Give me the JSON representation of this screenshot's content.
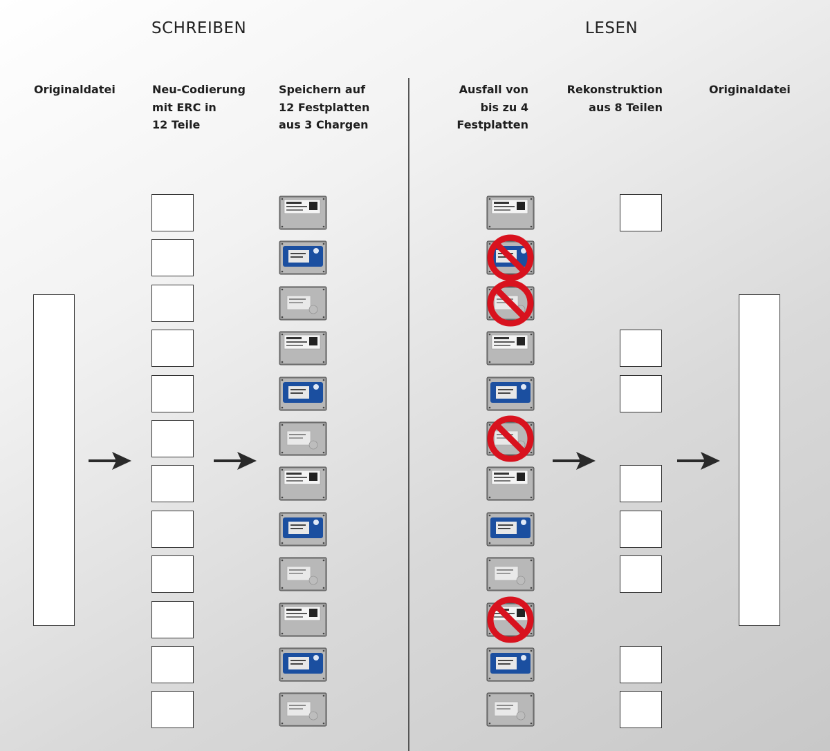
{
  "sections": {
    "write_title": "SCHREIBEN",
    "read_title": "LESEN"
  },
  "columns": {
    "original_write": [
      "Originaldatei"
    ],
    "encoding": [
      "Neu-Codierung",
      "mit ERC in",
      "12 Teile"
    ],
    "storing": [
      "Speichern auf",
      "12 Festplatten",
      "aus 3 Chargen"
    ],
    "failure": [
      "Ausfall von",
      "bis zu 4",
      "Festplatten"
    ],
    "reconstruction": [
      "Rekonstruktion",
      "aus 8 Teilen"
    ],
    "original_read": [
      "Originaldatei"
    ]
  },
  "pieces": {
    "count": 12
  },
  "drives": {
    "types": [
      "white-label",
      "blue-label",
      "plain",
      "white-label",
      "blue-label",
      "plain",
      "white-label",
      "blue-label",
      "plain",
      "white-label",
      "blue-label",
      "plain"
    ],
    "failed_indices": [
      1,
      2,
      5,
      9
    ],
    "reconstructed_indices": [
      0,
      3,
      4,
      6,
      7,
      8,
      10,
      11
    ]
  },
  "icons": {
    "arrow": "arrow-right-icon",
    "drive": "hard-drive-icon",
    "failure": "no-entry-icon"
  },
  "colors": {
    "failure_red": "#d8121e",
    "drive_blue": "#1b4fa0",
    "arrow": "#2a2a2a"
  }
}
